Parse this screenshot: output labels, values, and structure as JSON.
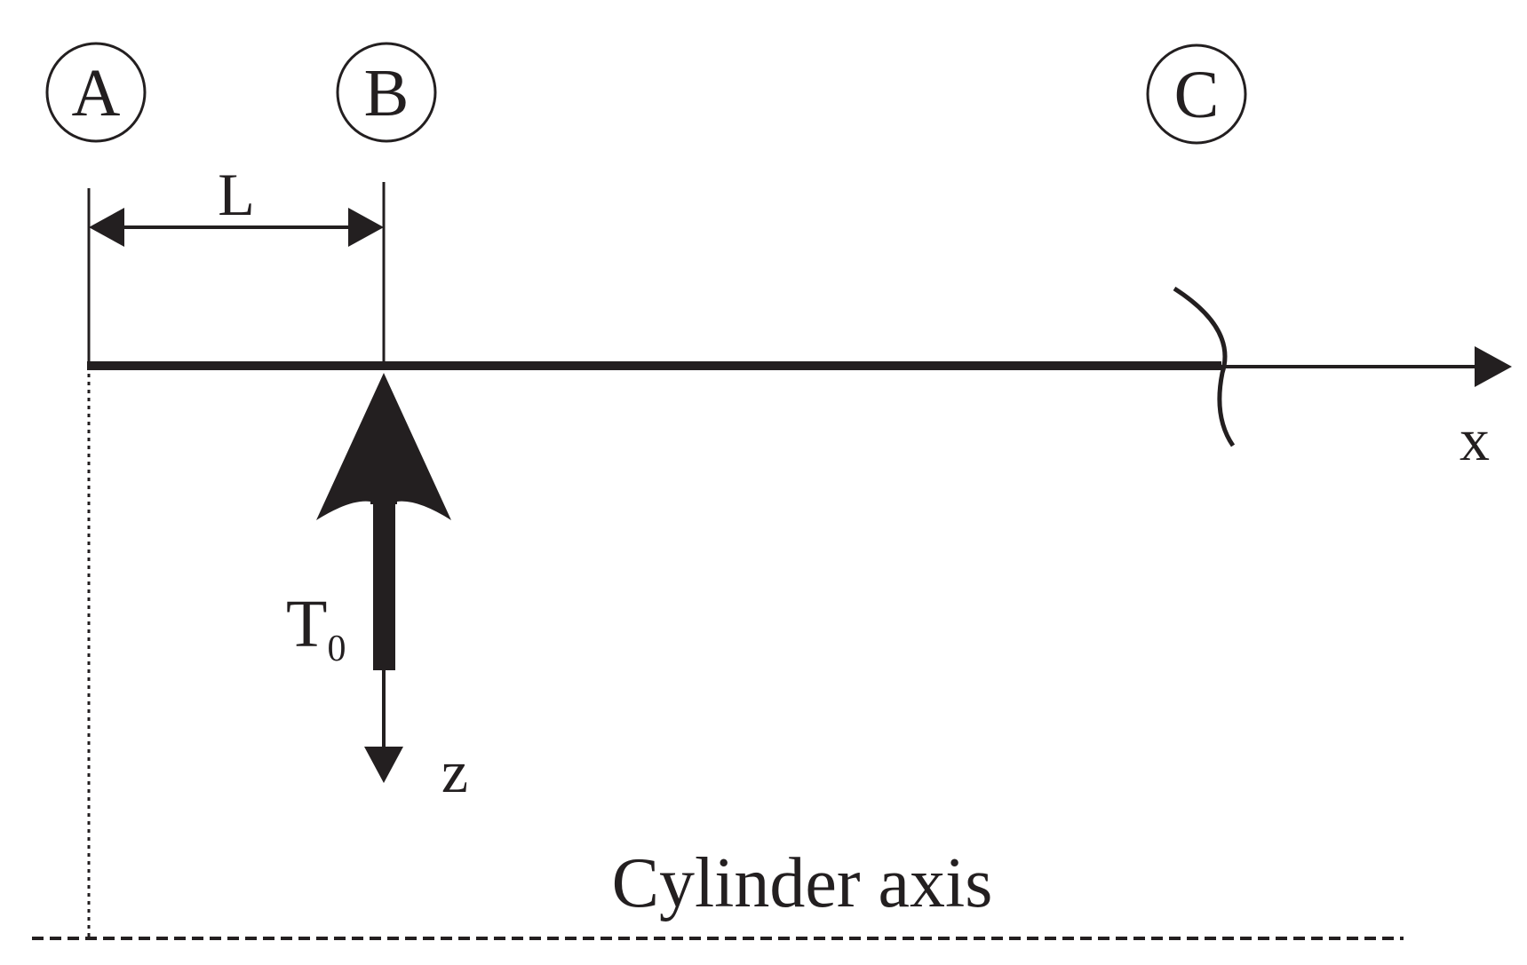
{
  "points": [
    {
      "id": "A",
      "label": "A"
    },
    {
      "id": "B",
      "label": "B"
    },
    {
      "id": "C",
      "label": "C"
    }
  ],
  "dimension": {
    "label": "L"
  },
  "axes": {
    "x_label": "x",
    "z_label": "z"
  },
  "force": {
    "label_main": "T",
    "label_sub": "0"
  },
  "cylinder_axis": {
    "label": "Cylinder axis"
  },
  "colors": {
    "ink": "#231f20",
    "background": "#ffffff"
  }
}
